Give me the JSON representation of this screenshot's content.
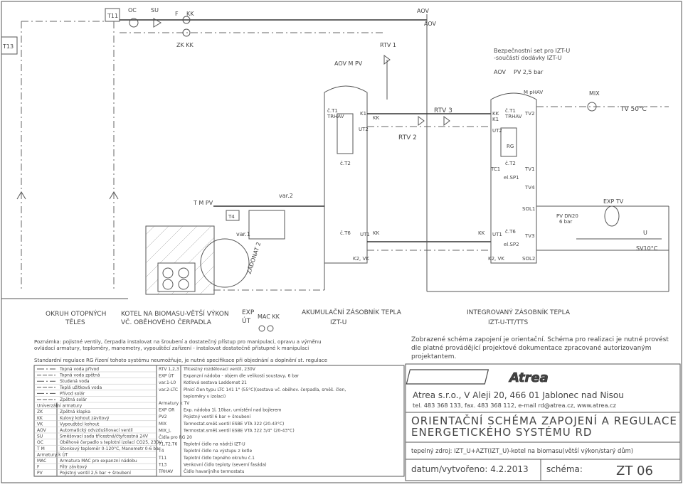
{
  "top": {
    "t11": "T11",
    "t13": "T13",
    "oc": "OC",
    "su": "SU",
    "f": "F",
    "kk": "KK",
    "zk_kk": "ZK KK",
    "aov1": "AOV",
    "aov2": "AOV",
    "rtv1": "RTV 1",
    "aov_mpv": "AOV M PV",
    "rtv2": "RTV 2",
    "rtv3": "RTV 3",
    "set_title": "Bezpečnostní set pro IZT-U",
    "set_sub": "-součástí dodávky IZT-U",
    "aov3": "AOV",
    "pv25": "PV 2,5 bar",
    "m_phav": "M pHAV",
    "mix": "MIX",
    "tv50": "TV 50°C"
  },
  "tank1": {
    "ct1": "č.T1",
    "trhav": "TRHAV",
    "k1": "K1",
    "kk": "KK",
    "ut2": "UT2",
    "ct2": "č.T2",
    "ct6": "č.T6",
    "ut1": "UT1",
    "kk2": "KK",
    "k2vk": "K2, VK"
  },
  "tank2": {
    "kk": "KK",
    "k1": "K1",
    "ct1": "č.T1",
    "trhav": "TRHAV",
    "tv2": "TV2",
    "ut2": "UT2",
    "rg": "RG",
    "ct2": "č.T2",
    "tc1": "TC1",
    "tv1": "TV1",
    "elsp1": "el.SP1",
    "tv4": "TV4",
    "sol1": "SOL1",
    "kk2": "KK",
    "ut1": "UT1",
    "ct6": "č.T6",
    "tv3": "TV3",
    "elsp2": "el.SP2",
    "k2vk": "K2, VK",
    "sol2": "SOL2"
  },
  "boiler": {
    "var2": "var.2",
    "tmpv": "T M PV",
    "t4": "T4",
    "var1": "var.1",
    "zadonat": "ZÁDONAT 2"
  },
  "right": {
    "exptv": "EXP TV",
    "pvdn": "PV DN20",
    "pvbar": "6 bar",
    "u": "U",
    "sv": "SV10°C"
  },
  "sections": {
    "okruh": [
      "OKRUH OTOPNÝCH",
      "TĚLES"
    ],
    "kotel": [
      "KOTEL NA BIOMASU-VĚTŠÍ VÝKON",
      "VČ. OBĚHOVÉHO ČERPADLA"
    ],
    "exp": [
      "EXP",
      "ÚT"
    ],
    "mackk": "MAC KK",
    "akum": [
      "AKUMULAČNÍ ZÁSOBNÍK TEPLA",
      "IZT-U"
    ],
    "integ": [
      "INTEGROVANÝ ZÁSOBNÍK TEPLA",
      "IZT-U-TT/TTS"
    ]
  },
  "notes": {
    "n1": "Poznámka: pojistné ventily, čerpadla instalovat na šroubení a dostatečný přístup pro manipulaci, opravu a výměnu",
    "n2": "ovládací armatury, teploměry, manometry, vypouštěcí zařízení - instalovat dostatečně přístupné k manipulaci",
    "n3": "Standardní regulace RG řízení tohoto systému neumožňuje, je nutné specifikace při objednání a doplnění st. regulace",
    "r1": "Zobrazené schéma zapojení je orientační. Schéma pro realizaci je nutné provést",
    "r2": "dle platné provádějící projektové dokumentace zpracované autorizovaným",
    "r3": "projektantem."
  },
  "legend_left": [
    {
      "sym": "",
      "txt": "Topná voda přívod"
    },
    {
      "sym": "",
      "txt": "Topná voda zpětná"
    },
    {
      "sym": "",
      "txt": "Studená voda"
    },
    {
      "sym": "",
      "txt": "Teplá užitková voda"
    },
    {
      "sym": "",
      "txt": "Přívod solár"
    },
    {
      "sym": "",
      "txt": "Zpětná solár"
    },
    {
      "sym": "Univerzální armatury",
      "txt": ""
    },
    {
      "sym": "ZK",
      "txt": "Zpětná klapka"
    },
    {
      "sym": "KK",
      "txt": "Kulový kohout závitový"
    },
    {
      "sym": "VK",
      "txt": "Vypouštěcí kohout"
    },
    {
      "sym": "AOV",
      "txt": "Automatický odvzdušňovací ventil"
    },
    {
      "sym": "SU",
      "txt": "Směšovací sada třícestná/čtyřcestná 24V"
    },
    {
      "sym": "OC",
      "txt": "Oběhové čerpadlo s teplotní izolací CO25, 230V"
    },
    {
      "sym": "T M",
      "txt": "Stonkový teploměr 0-120°C, Manometr 0-6 bar"
    },
    {
      "sym": "Armatury k ÚT",
      "txt": ""
    },
    {
      "sym": "MAC",
      "txt": "Armatura MAC pro expanzní nádobu"
    },
    {
      "sym": "F",
      "txt": "Filtr závitový"
    },
    {
      "sym": "PV",
      "txt": "Pojistný ventil 2,5 bar + šroubení"
    }
  ],
  "legend_right": [
    {
      "sym": "RTV 1,2,3",
      "txt": "Třícestný rozdělovací ventil, 230V"
    },
    {
      "sym": "EXP ÚT",
      "txt": "Expanzní nádoba - objem dle velikosti soustavy, 6 bar"
    },
    {
      "sym": "var.1-L0",
      "txt": "Kotlová sestava Laddomat 21"
    },
    {
      "sym": "var.2-LTC",
      "txt": "Plnící člen typu LTC 141 1\" (55°C)(sestava vč. oběhov. čerpadla, směš. člen,"
    },
    {
      "sym": "",
      "txt": "teploměry v izolaci)"
    },
    {
      "sym": "Armatury k TV",
      "txt": ""
    },
    {
      "sym": "EXP OR",
      "txt": "Exp. nádoba 1l, 10bar, umístění nad bojlerem"
    },
    {
      "sym": "PV2",
      "txt": "Pojistný ventil 6 bar + šroubení"
    },
    {
      "sym": "MIX",
      "txt": "Termostat.směš.ventil ESBE VTA 322 (20-43°C)"
    },
    {
      "sym": "MIX_L",
      "txt": "Termostat.směš.ventil ESBE VTA 322 3/4\" (20-43°C)"
    },
    {
      "sym": "Čidla pro RG 20",
      "txt": ""
    },
    {
      "sym": "T1,T2,T6",
      "txt": "Teplotní čidlo na nádrži IZT-U"
    },
    {
      "sym": "T4",
      "txt": "Teplotní čidlo na výstupu z kotle"
    },
    {
      "sym": "T11",
      "txt": "Teplotní čidlo topného okruhu č.1"
    },
    {
      "sym": "T13",
      "txt": "Venkovní čidlo teploty (severní fasáda)"
    },
    {
      "sym": "TRHAV",
      "txt": "Čidlo havarijního termostatu"
    }
  ],
  "company": {
    "logo": "Atrea",
    "addr": "Atrea s.r.o., V Aleji 20, 466 01 Jablonec nad Nisou",
    "contact": "tel. 483 368 133, fax. 483 368 112, e-mail rd@atrea.cz, www.atrea.cz",
    "title1": "ORIENTAČNÍ SCHÉMA ZAPOJENÍ A REGULACE",
    "title2": "ENERGETICKÉHO SYSTÉMU RD",
    "source": "tepelný zdroj: IZT_U+AZT(IZT_U)-kotel na biomasu(větší výkon/starý dům)",
    "date_label": "datum/vytvořeno: 4.2.2013",
    "scheme_label": "schéma:",
    "scheme_no": "ZT 06"
  }
}
